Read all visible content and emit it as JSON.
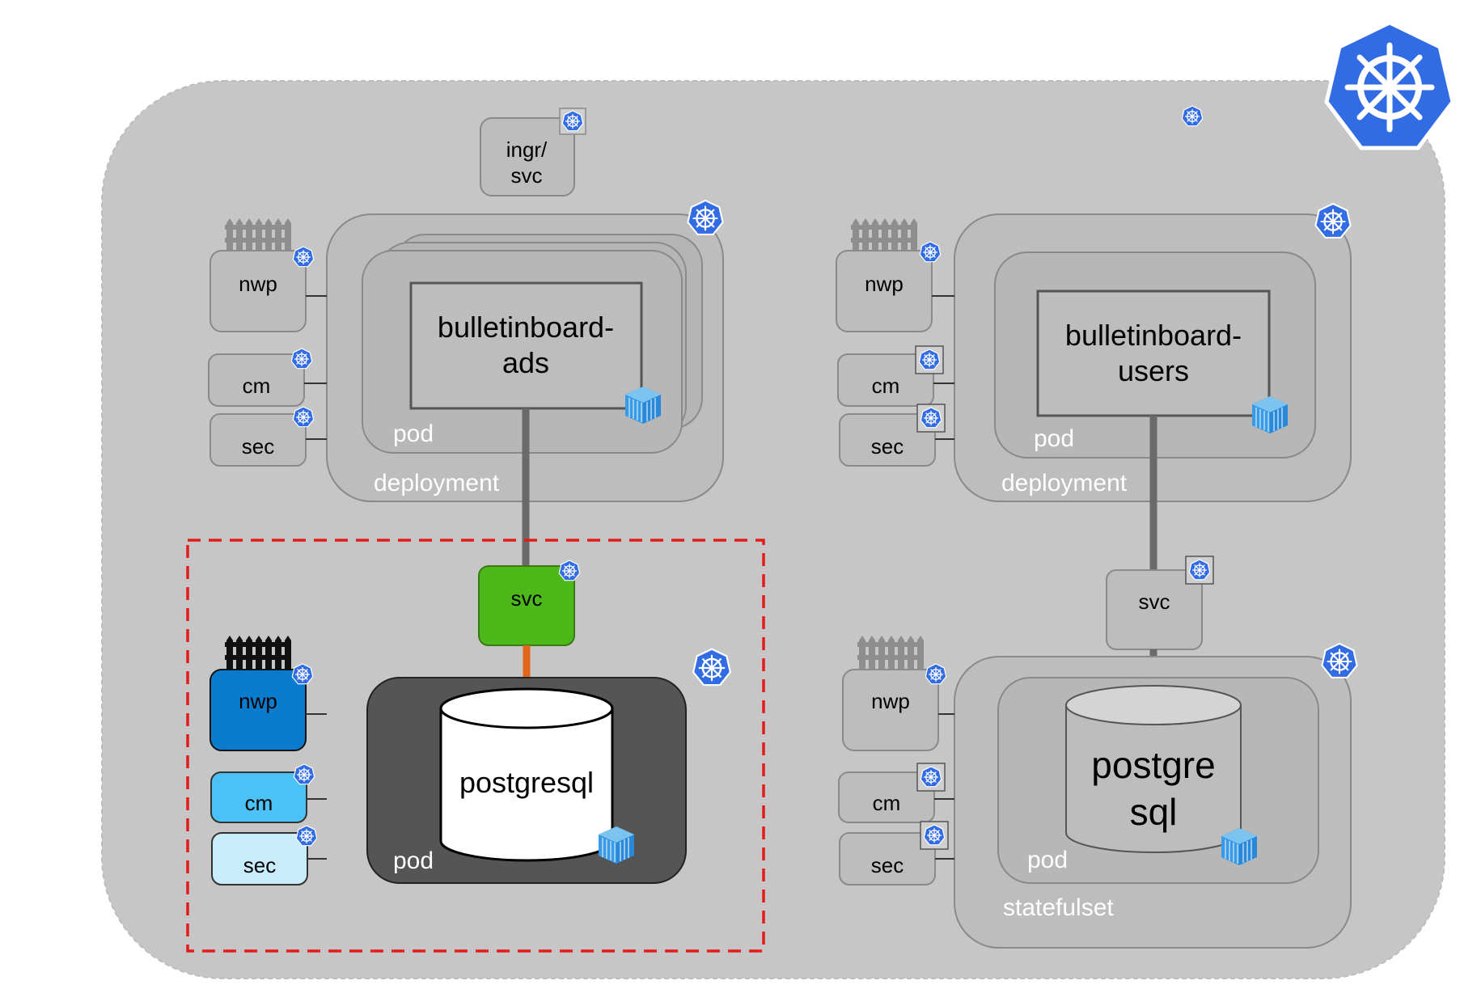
{
  "top": {
    "ingress_label_line1": "ingr/",
    "ingress_label_line2": "svc"
  },
  "ads": {
    "app_line1": "bulletinboard-",
    "app_line2": "ads",
    "pod_label": "pod",
    "workload_label": "deployment",
    "nwp_label": "nwp",
    "cm_label": "cm",
    "sec_label": "sec"
  },
  "users": {
    "app_line1": "bulletinboard-",
    "app_line2": "users",
    "pod_label": "pod",
    "workload_label": "deployment",
    "nwp_label": "nwp",
    "cm_label": "cm",
    "sec_label": "sec",
    "svc_label": "svc"
  },
  "postgres_highlighted": {
    "svc_label": "svc",
    "db_label": "postgresql",
    "pod_label": "pod",
    "nwp_label": "nwp",
    "cm_label": "cm",
    "sec_label": "sec"
  },
  "postgres_statefulset": {
    "db_line1": "postgre",
    "db_line2": "sql",
    "pod_label": "pod",
    "workload_label": "statefulset",
    "nwp_label": "nwp",
    "cm_label": "cm",
    "sec_label": "sec"
  },
  "colors": {
    "cluster_bg": "#c6c6c6",
    "k8s_blue": "#326ce5",
    "svc_green": "#4db81a",
    "nwp_blue": "#0b7ccd",
    "cm_blue": "#4cc1f5",
    "sec_blue": "#c9ecfb",
    "pod_dark": "#555555",
    "highlight_dash": "#e21c1c",
    "connector_orange": "#e2661c"
  },
  "icons": [
    "kubernetes-logo-icon",
    "kubernetes-helm-icon",
    "container-icon",
    "fence-icon"
  ]
}
